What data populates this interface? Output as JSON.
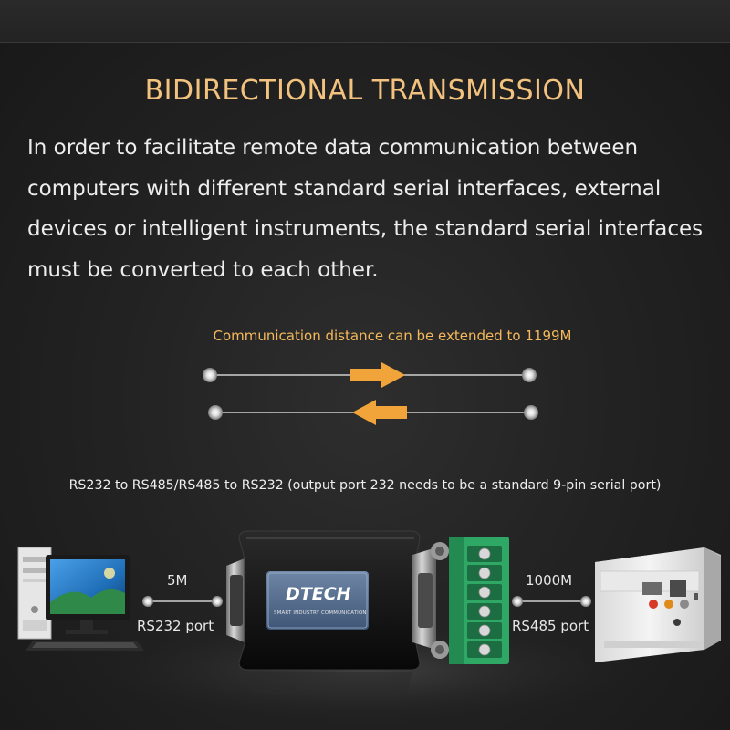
{
  "title": "BIDIRECTIONAL TRANSMISSION",
  "paragraph": "In order to facilitate remote data communication between computers with different standard serial interfaces, external devices or intelligent instruments, the standard serial interfaces must be converted to each other.",
  "distance_caption": "Communication distance can be extended to 1199M",
  "conversion_caption": "RS232 to RS485/RS485 to RS232 (output port 232 needs to be a standard 9-pin serial port)",
  "left_link": {
    "distance": "5M",
    "port": "RS232 port"
  },
  "right_link": {
    "distance": "1000M",
    "port": "RS485 port"
  },
  "device": {
    "brand": "DTECH",
    "tagline": "SMART INDUSTRY COMMUNICATION"
  },
  "colors": {
    "accent": "#f2c27e",
    "arrow": "#f0a43a",
    "terminal_green": "#2fa866"
  }
}
